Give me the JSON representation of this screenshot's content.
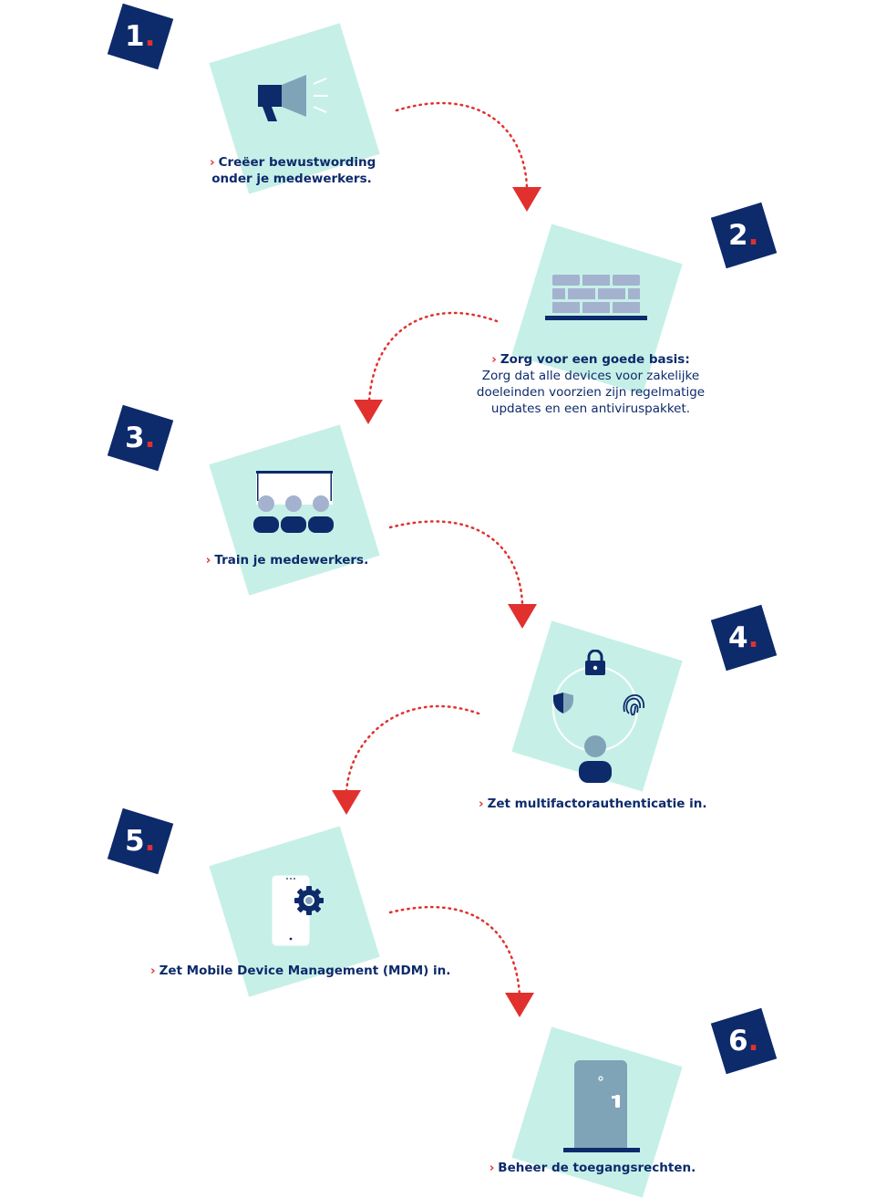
{
  "steps": [
    {
      "number": "1",
      "title": "Creëer bewustwording",
      "title_line2": "onder je medewerkers.",
      "icon": "megaphone-icon"
    },
    {
      "number": "2",
      "title": "Zorg voor een goede basis:",
      "body": [
        "Zorg dat alle devices voor zakelijke",
        "doeleinden voorzien zijn regelmatige",
        "updates en een antiviruspakket."
      ],
      "icon": "brick-wall-icon"
    },
    {
      "number": "3",
      "title": "Train je medewerkers.",
      "icon": "training-audience-icon"
    },
    {
      "number": "4",
      "title": "Zet multifactorauthenticatie in.",
      "icon": "multifactor-authentication-icon"
    },
    {
      "number": "5",
      "title": "Zet Mobile Device Management (MDM) in.",
      "icon": "smartphone-gear-icon"
    },
    {
      "number": "6",
      "title": "Beheer de toegangsrechten.",
      "icon": "door-icon"
    }
  ],
  "colors": {
    "navy": "#0d2a6b",
    "red": "#e0312f",
    "mint": "#c6f0e7",
    "steel": "#7fa4b8",
    "lavender": "#a4b2d0"
  }
}
